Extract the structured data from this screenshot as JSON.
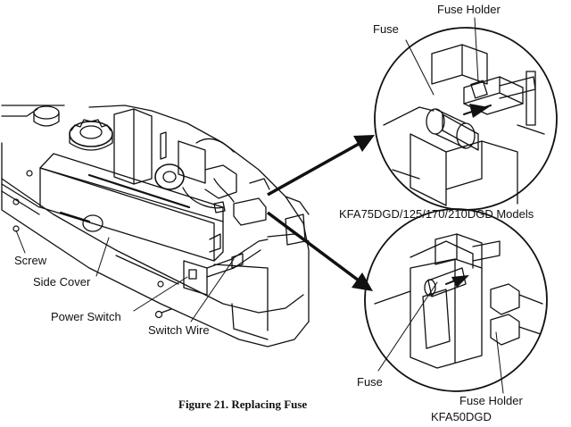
{
  "figure": {
    "caption": "Figure 21. Replacing Fuse"
  },
  "labels": {
    "fuse_top": "Fuse",
    "fuse_holder_top": "Fuse Holder",
    "models_top": "KFA75DGD/125/170/210DGD Models",
    "screw": "Screw",
    "side_cover": "Side Cover",
    "power_switch": "Power Switch",
    "switch_wire": "Switch Wire",
    "fuse_bottom": "Fuse",
    "fuse_holder_bottom": "Fuse Holder",
    "model_bottom": "KFA50DGD"
  }
}
